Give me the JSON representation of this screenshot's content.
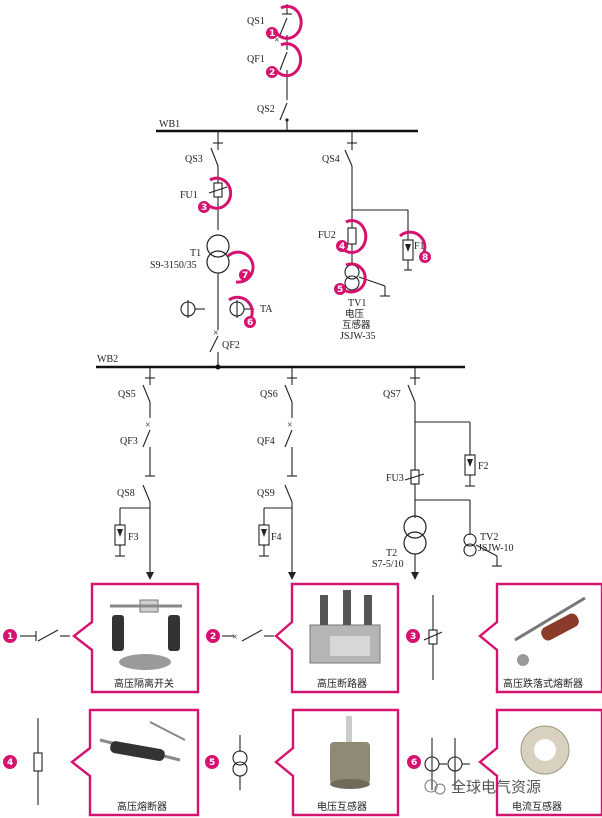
{
  "labels": {
    "qs1": "QS1",
    "qf1": "QF1",
    "qs2": "QS2",
    "wb1": "WB1",
    "qs3": "QS3",
    "qs4": "QS4",
    "fu1": "FU1",
    "fu2": "FU2",
    "f1": "F1",
    "t1": "T1",
    "t1_model": "S9-3150/35",
    "tv1": "TV1",
    "tv1_cn1": "电压",
    "tv1_cn2": "互感器",
    "tv1_model": "JSJW-35",
    "ta": "TA",
    "qf2": "QF2",
    "wb2": "WB2",
    "qs5": "QS5",
    "qs6": "QS6",
    "qs7": "QS7",
    "qf3": "QF3",
    "qf4": "QF4",
    "qs8": "QS8",
    "qs9": "QS9",
    "f2": "F2",
    "f3": "F3",
    "f4": "F4",
    "fu3": "FU3",
    "t2": "T2",
    "t2_model": "S7-5/10",
    "tv2": "TV2",
    "tv2_model": "JSJW-10"
  },
  "badges": [
    "1",
    "2",
    "3",
    "4",
    "5",
    "6",
    "7",
    "8"
  ],
  "legend": {
    "items": [
      {
        "num": "1",
        "caption": "高压隔离开关"
      },
      {
        "num": "2",
        "caption": "高压断路器"
      },
      {
        "num": "3",
        "caption": "高压跌落式熔断器"
      },
      {
        "num": "4",
        "caption": "高压熔断器"
      },
      {
        "num": "5",
        "caption": "电压互感器"
      },
      {
        "num": "6",
        "caption": "电流互感器"
      }
    ]
  },
  "watermark": "全球电气资源",
  "colors": {
    "accent": "#d6126f",
    "line": "#222222"
  }
}
